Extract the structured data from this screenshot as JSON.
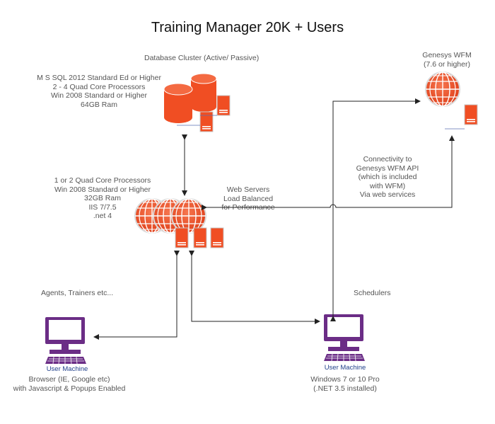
{
  "title": "Training Manager 20K + Users",
  "database": {
    "heading": "Database Cluster (Active/ Passive)",
    "specs": "M S SQL 2012 Standard Ed or Higher\n2 - 4 Quad Core Processors\nWin 2008 Standard or Higher\n64GB Ram"
  },
  "webservers": {
    "specs": "1 or 2 Quad Core Processors\nWin 2008 Standard or Higher\n32GB Ram\nIIS 7/7.5\n.net 4",
    "label": "Web Servers\nLoad Balanced\nfor Performance"
  },
  "wfm": {
    "heading": "Genesys WFM\n(7.6 or higher)",
    "connectivity": "Connectivity to\nGenesys WFM API\n(which is included\nwith WFM)\nVia web services"
  },
  "agents": {
    "heading": "Agents, Trainers etc...",
    "machine_label": "User Machine",
    "details": "Browser (IE, Google etc)\nwith Javascript & Popups Enabled"
  },
  "schedulers": {
    "heading": "Schedulers",
    "machine_label": "User Machine",
    "details": "Windows 7 or 10 Pro\n(.NET 3.5 installed)"
  },
  "colors": {
    "server_red": "#f04e23",
    "computer_purple": "#6b2d86",
    "arrow": "#222222"
  }
}
